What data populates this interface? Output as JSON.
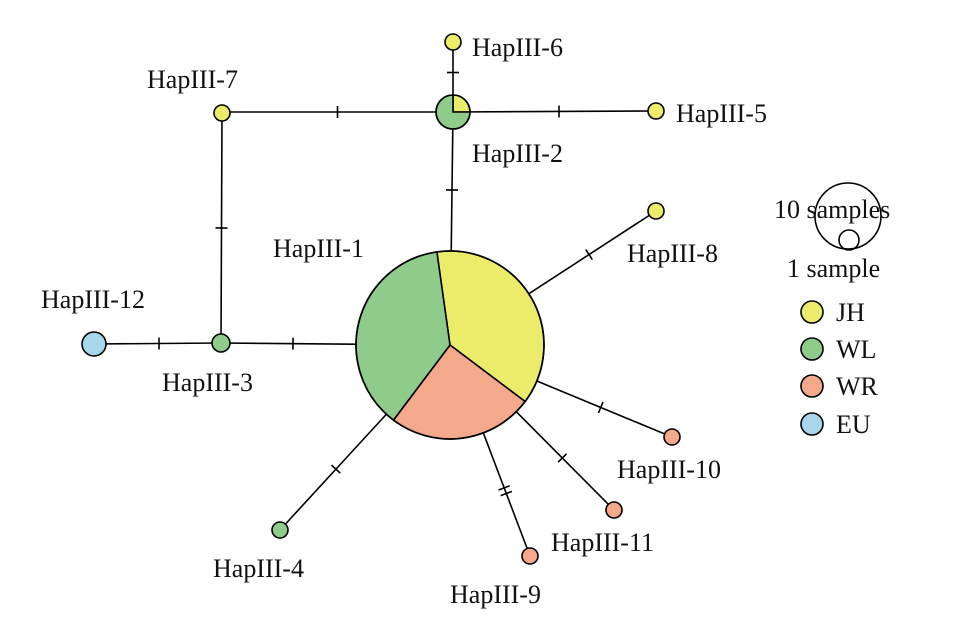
{
  "colors": {
    "JH": "#eaec6a",
    "WL": "#8fcc8b",
    "WR": "#f3a98a",
    "EU": "#a8d6ea"
  },
  "haplotypes": [
    {
      "id": "HapIII-1",
      "label": "HapIII-1",
      "composition": {
        "JH": 0.375,
        "WR": 0.25,
        "WL": 0.375
      }
    },
    {
      "id": "HapIII-2",
      "label": "HapIII-2",
      "composition": {
        "JH": 0.25,
        "WL": 0.75
      }
    },
    {
      "id": "HapIII-3",
      "label": "HapIII-3",
      "composition": {
        "WL": 1
      }
    },
    {
      "id": "HapIII-4",
      "label": "HapIII-4",
      "composition": {
        "WL": 1
      }
    },
    {
      "id": "HapIII-5",
      "label": "HapIII-5",
      "composition": {
        "JH": 1
      }
    },
    {
      "id": "HapIII-6",
      "label": "HapIII-6",
      "composition": {
        "JH": 1
      }
    },
    {
      "id": "HapIII-7",
      "label": "HapIII-7",
      "composition": {
        "JH": 1
      }
    },
    {
      "id": "HapIII-8",
      "label": "HapIII-8",
      "composition": {
        "JH": 1
      }
    },
    {
      "id": "HapIII-9",
      "label": "HapIII-9",
      "composition": {
        "WR": 1
      }
    },
    {
      "id": "HapIII-10",
      "label": "HapIII-10",
      "composition": {
        "WR": 1
      }
    },
    {
      "id": "HapIII-11",
      "label": "HapIII-11",
      "composition": {
        "WR": 1
      }
    },
    {
      "id": "HapIII-12",
      "label": "HapIII-12",
      "composition": {
        "EU": 1
      }
    }
  ],
  "edges": [
    {
      "from": "HapIII-1",
      "to": "HapIII-2",
      "mutations": 1
    },
    {
      "from": "HapIII-2",
      "to": "HapIII-6",
      "mutations": 1
    },
    {
      "from": "HapIII-2",
      "to": "HapIII-5",
      "mutations": 1
    },
    {
      "from": "HapIII-2",
      "to": "HapIII-7",
      "mutations": 1
    },
    {
      "from": "HapIII-7",
      "to": "HapIII-3",
      "mutations": 1
    },
    {
      "from": "HapIII-3",
      "to": "HapIII-1",
      "mutations": 1
    },
    {
      "from": "HapIII-3",
      "to": "HapIII-12",
      "mutations": 1
    },
    {
      "from": "HapIII-1",
      "to": "HapIII-8",
      "mutations": 1
    },
    {
      "from": "HapIII-1",
      "to": "HapIII-4",
      "mutations": 1
    },
    {
      "from": "HapIII-1",
      "to": "HapIII-9",
      "mutations": 2
    },
    {
      "from": "HapIII-1",
      "to": "HapIII-11",
      "mutations": 1
    },
    {
      "from": "HapIII-1",
      "to": "HapIII-10",
      "mutations": 1
    }
  ],
  "legend": {
    "size_large": "10 samples",
    "size_small": "1 sample",
    "groups": [
      {
        "key": "JH",
        "label": "JH"
      },
      {
        "key": "WL",
        "label": "WL"
      },
      {
        "key": "WR",
        "label": "WR"
      },
      {
        "key": "EU",
        "label": "EU"
      }
    ]
  }
}
